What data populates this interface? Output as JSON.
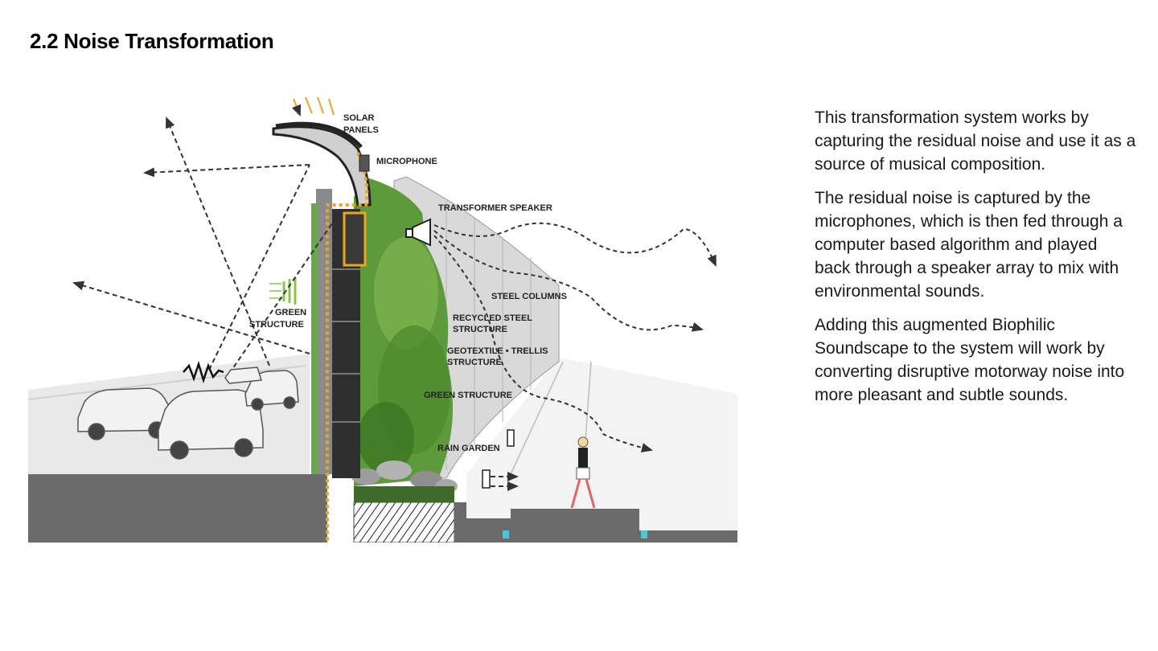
{
  "slide": {
    "title": "2.2 Noise Transformation"
  },
  "diagram": {
    "labels": {
      "solar_panels_1": "SOLAR",
      "solar_panels_2": "PANELS",
      "microphone": "MICROPHONE",
      "transformer_speaker": "TRANSFORMER SPEAKER",
      "steel_columns": "STEEL COLUMNS",
      "recycled_steel_1": "RECYCLED STEEL",
      "recycled_steel_2": "STRUCTURE",
      "geotextile_1": "GEOTEXTILE • TRELLIS",
      "geotextile_2": "STRUCTURE",
      "green_structure_right": "GREEN STRUCTURE",
      "green_structure_left_1": "GREEN",
      "green_structure_left_2": "STRUCTURE",
      "rain_garden": "RAIN GARDEN"
    },
    "colors": {
      "solar_accent": "#e8a623",
      "wall_green": "#6aa84f",
      "foliage": "#4e8a2e",
      "ground": "#6b6b6b"
    }
  },
  "body": {
    "paragraphs": [
      "This transformation system works by capturing the residual noise and use it as a source of musical composition.",
      "The residual noise is captured by the microphones, which is then fed through a computer based algorithm and played back through a speaker array to mix with environmental sounds.",
      "Adding this augmented Biophilic Soundscape to the system will work by converting disruptive motorway noise into more pleasant and subtle sounds."
    ]
  }
}
